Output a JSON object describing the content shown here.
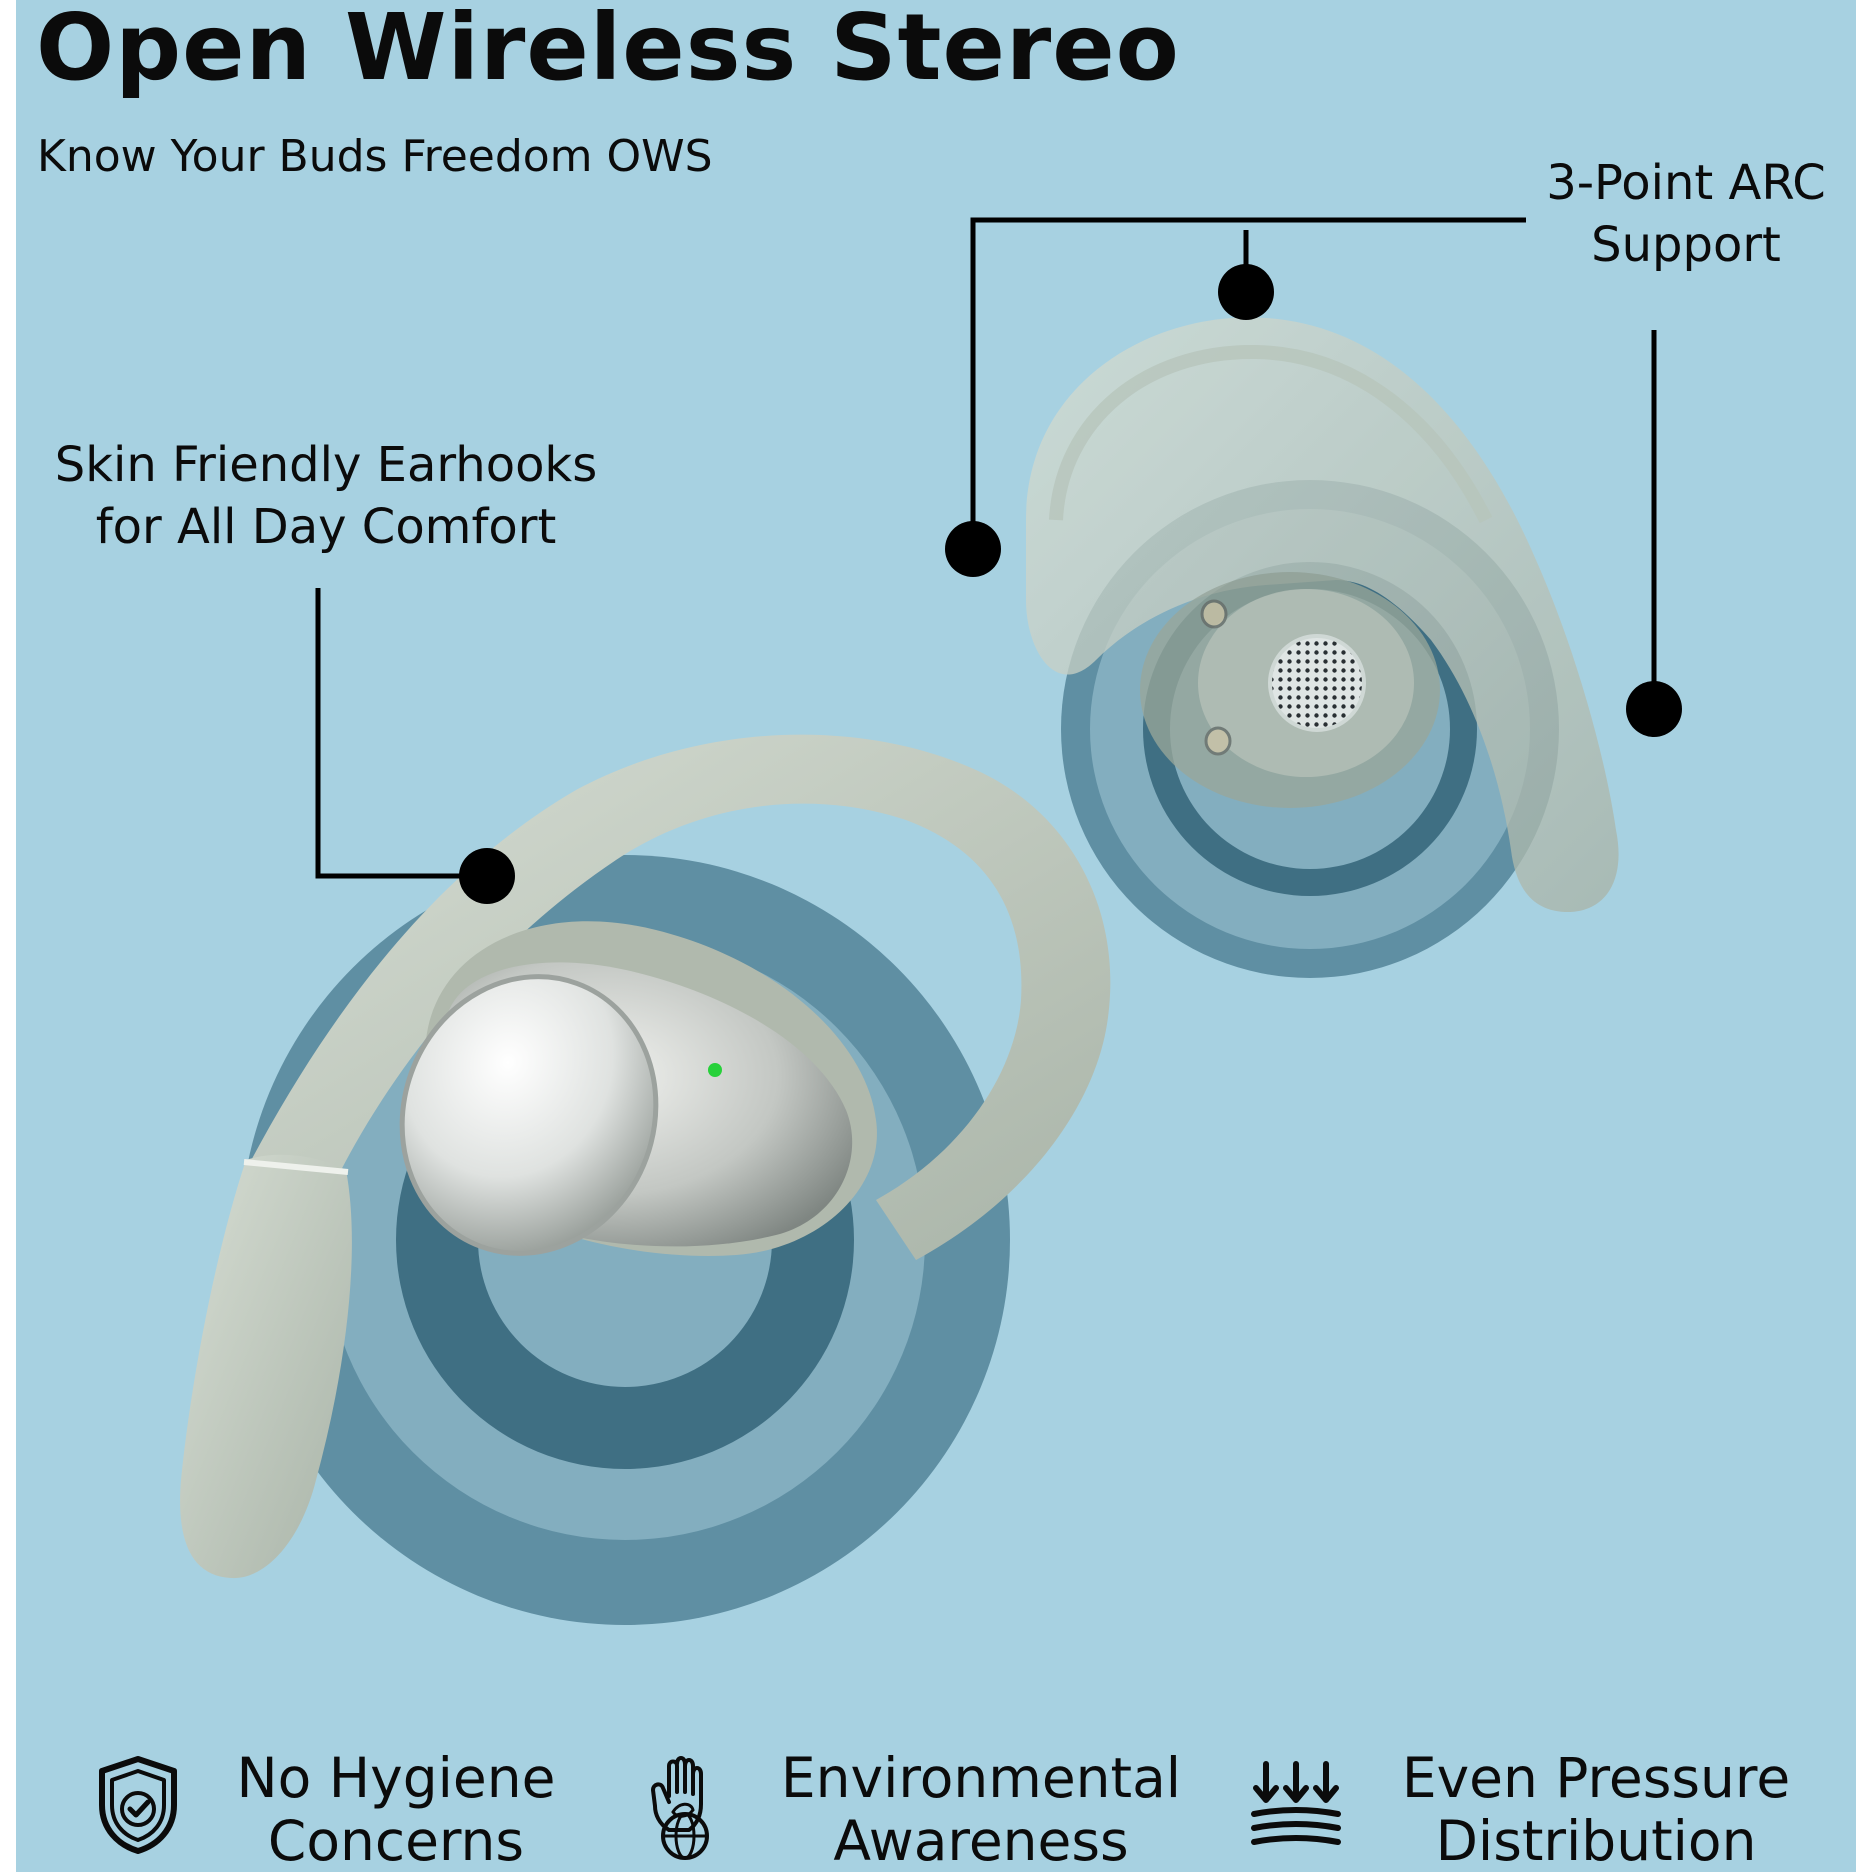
{
  "header": {
    "title": "Open Wireless Stereo",
    "subtitle": "Know Your Buds Freedom OWS"
  },
  "callouts": {
    "arc_support": [
      "3-Point ARC",
      "Support"
    ],
    "earhooks": [
      "Skin Friendly Earhooks",
      "for All Day Comfort"
    ]
  },
  "features": [
    {
      "icon": "shield-check-icon",
      "lines": [
        "No Hygiene",
        "Concerns"
      ]
    },
    {
      "icon": "hand-globe-leaf-icon",
      "lines": [
        "Environmental",
        "Awareness"
      ]
    },
    {
      "icon": "pressure-arrows-icon",
      "lines": [
        "Even Pressure",
        "Distribution"
      ]
    }
  ],
  "colors": {
    "background": "#a7d1e1",
    "ring_outer": "#5f8fa3",
    "ring_mid": "#83aebf",
    "ring_inner": "#3f6f83",
    "earbud_body": "#c7d0c4",
    "earbud_shade": "#a6b2a5",
    "led": "#27d13a",
    "marker": "#000000"
  }
}
